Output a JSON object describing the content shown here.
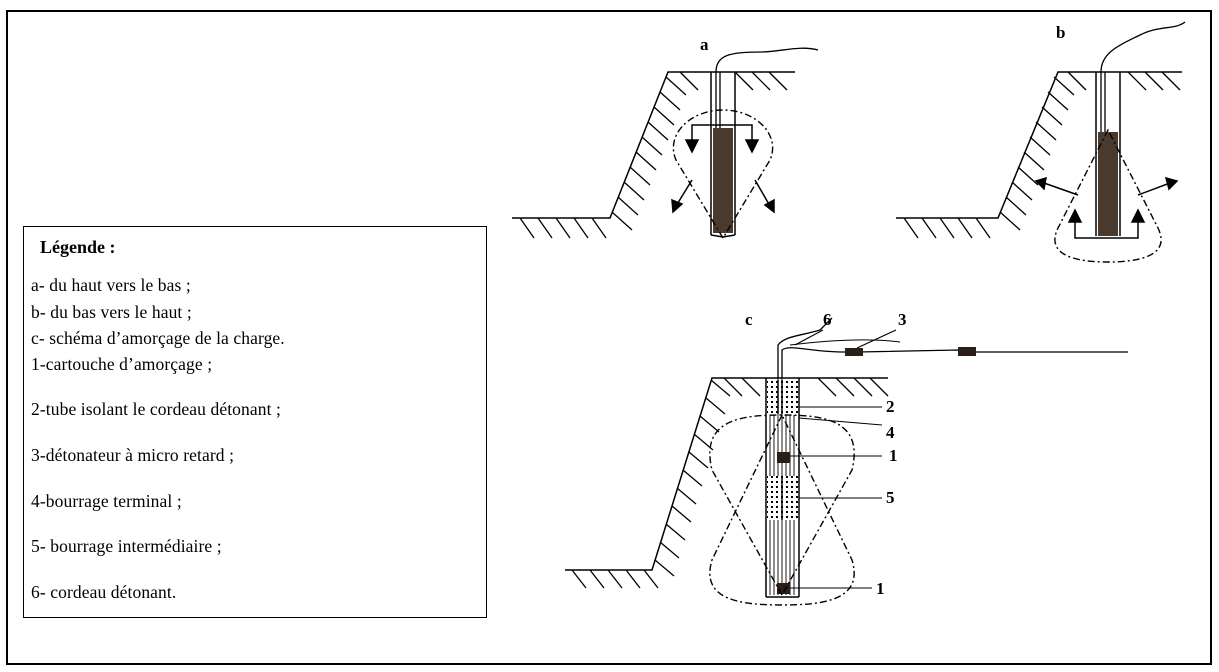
{
  "legend": {
    "title": "Légende :",
    "items": [
      "a- du haut vers le bas ;",
      "b- du bas vers le haut ;",
      "c- schéma d’amorçage de la charge.",
      "1-cartouche d’amorçage ;",
      "2-tube isolant le cordeau détonant ;",
      "3-détonateur à micro retard ;",
      "4-bourrage terminal ;",
      "5- bourrage intermédiaire ;",
      "6- cordeau détonant."
    ]
  },
  "diagram_labels": {
    "a": "a",
    "b": "b",
    "c": "c",
    "n1_top": "1",
    "n1_bottom": "1",
    "n2": "2",
    "n3": "3",
    "n4": "4",
    "n5": "5",
    "n6": "6"
  }
}
